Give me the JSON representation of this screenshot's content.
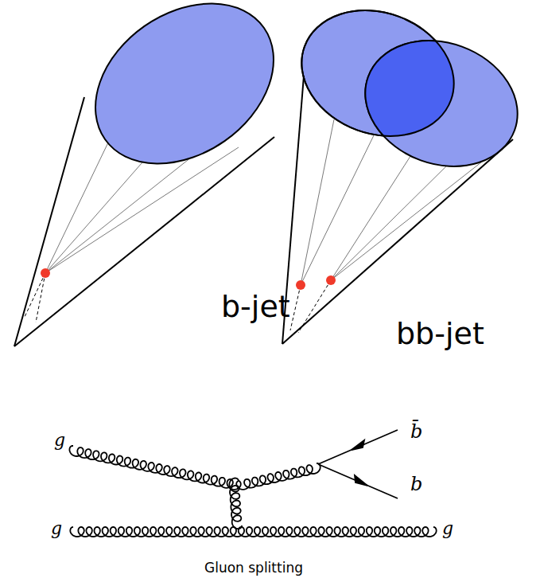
{
  "diagram": {
    "labels": [
      "b-jet",
      "bb-jet",
      "g",
      "b̄",
      "b",
      "g",
      "g",
      "Gluon splitting"
    ]
  }
}
